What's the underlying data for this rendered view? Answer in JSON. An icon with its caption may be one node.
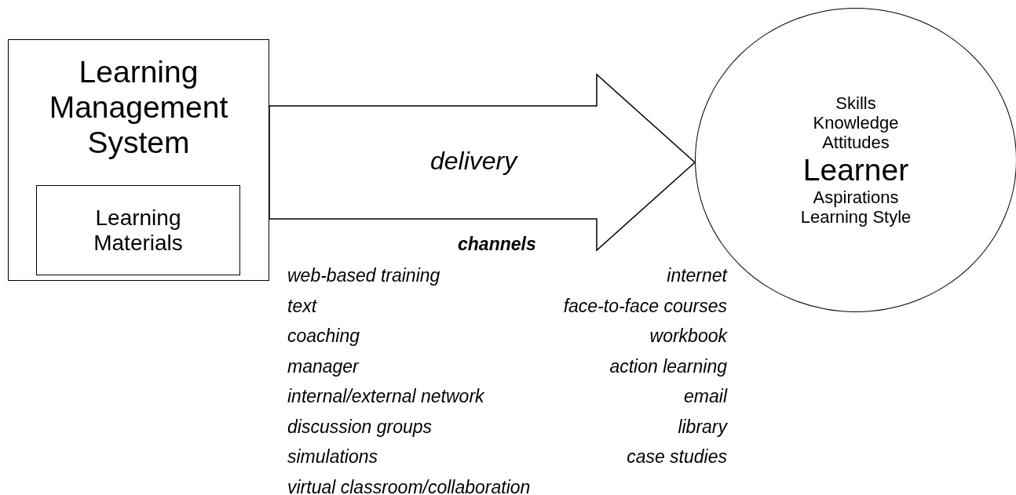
{
  "diagram": {
    "nodes": [
      {
        "text": [
          "Learning Management System"
        ]
      },
      {
        "text": [
          "Learning Materials"
        ],
        "in": 0
      },
      {
        "text": [
          "Skills",
          "Knowledge",
          "Attitudes",
          "Learner",
          "Aspirations",
          "Learning Style"
        ]
      }
    ],
    "edges": [
      {
        "from": 0,
        "to": 2,
        "arrow": "to",
        "label": "delivery",
        "style": "thick"
      }
    ],
    "labels": [
      "channels",
      "web-based training",
      "internet",
      "text",
      "face-to-face courses",
      "coaching",
      "workbook",
      "manager",
      "action learning",
      "internal/external network",
      "email",
      "discussion groups",
      "library",
      "simulations",
      "case studies",
      "virtual classroom/collaboration"
    ]
  }
}
